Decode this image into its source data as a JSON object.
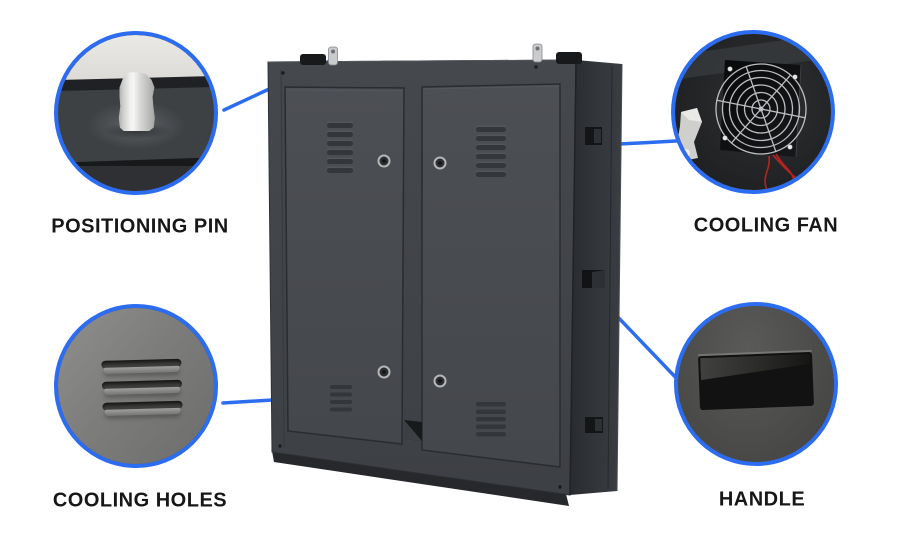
{
  "colors": {
    "accent_blue": "#2b6cf0",
    "label_text": "#171717",
    "canvas_background": "#ffffff",
    "cabinet_body": "#44474c"
  },
  "callouts": [
    {
      "id": "positioning-pin",
      "label": "POSITIONING PIN"
    },
    {
      "id": "cooling-fan",
      "label": "COOLING FAN"
    },
    {
      "id": "cooling-holes",
      "label": "COOLING HOLES"
    },
    {
      "id": "handle",
      "label": "HANDLE"
    }
  ]
}
